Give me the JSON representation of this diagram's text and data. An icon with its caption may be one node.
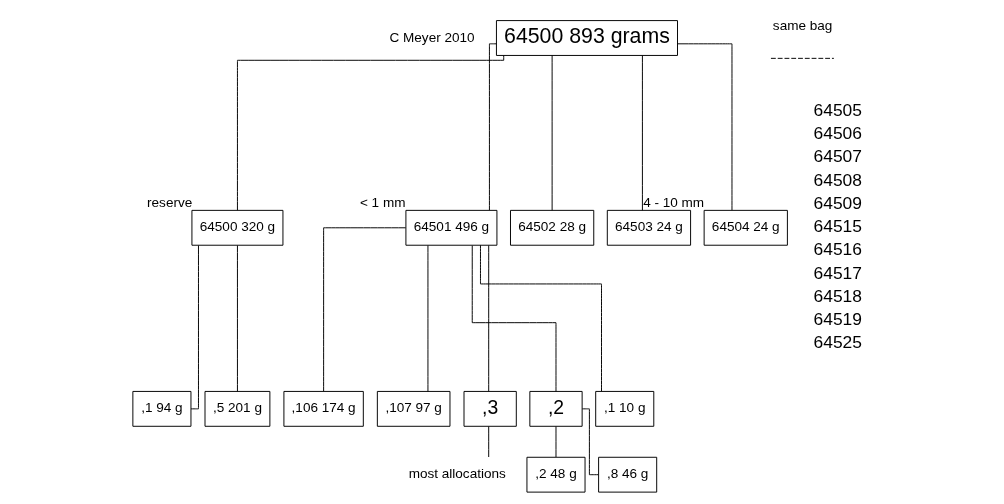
{
  "diagram": {
    "nodes": [
      {
        "text": [
          "64500 893 grams"
        ]
      },
      {
        "text": [
          "64500 320 g"
        ],
        "beside": [
          "reserve"
        ]
      },
      {
        "text": [
          "64501 496 g"
        ],
        "beside": [
          "< 1 mm"
        ]
      },
      {
        "text": [
          "64502 28 g"
        ]
      },
      {
        "text": [
          "64503 24 g"
        ]
      },
      {
        "text": [
          "64504 24 g"
        ],
        "beside": [
          "4 - 10 mm"
        ]
      },
      {
        "text": [
          ",1 94 g"
        ]
      },
      {
        "text": [
          ",5 201 g"
        ]
      },
      {
        "text": [
          ",106 174 g"
        ]
      },
      {
        "text": [
          ",107 97 g"
        ]
      },
      {
        "text": [
          ",3"
        ]
      },
      {
        "text": [
          ",2"
        ]
      },
      {
        "text": [
          ",1 10 g"
        ]
      },
      {
        "text": [
          ",2 48 g"
        ]
      },
      {
        "text": [
          ",8 46 g"
        ]
      },
      {
        "text": [
          "most allocations"
        ]
      }
    ],
    "edges": [
      {
        "from": 0,
        "to": 1,
        "arrow": "none"
      },
      {
        "from": 0,
        "to": 2,
        "arrow": "none"
      },
      {
        "from": 0,
        "to": 3,
        "arrow": "none"
      },
      {
        "from": 0,
        "to": 4,
        "arrow": "none"
      },
      {
        "from": 0,
        "to": 5,
        "arrow": "none"
      },
      {
        "from": 1,
        "to": 6,
        "arrow": "none"
      },
      {
        "from": 1,
        "to": 7,
        "arrow": "none"
      },
      {
        "from": 2,
        "to": 8,
        "arrow": "none"
      },
      {
        "from": 2,
        "to": 9,
        "arrow": "none"
      },
      {
        "from": 2,
        "to": 10,
        "arrow": "none"
      },
      {
        "from": 2,
        "to": 11,
        "arrow": "none"
      },
      {
        "from": 2,
        "to": 12,
        "arrow": "none"
      },
      {
        "from": 11,
        "to": 13,
        "arrow": "none"
      },
      {
        "from": 11,
        "to": 14,
        "arrow": "none"
      },
      {
        "from": 10,
        "to": 15,
        "arrow": "none"
      }
    ],
    "labels": [
      "C Meyer 2010",
      "same bag",
      "64505",
      "64506",
      "64507",
      "64508",
      "64509",
      "64515",
      "64516",
      "64517",
      "64518",
      "64519",
      "64525"
    ]
  }
}
